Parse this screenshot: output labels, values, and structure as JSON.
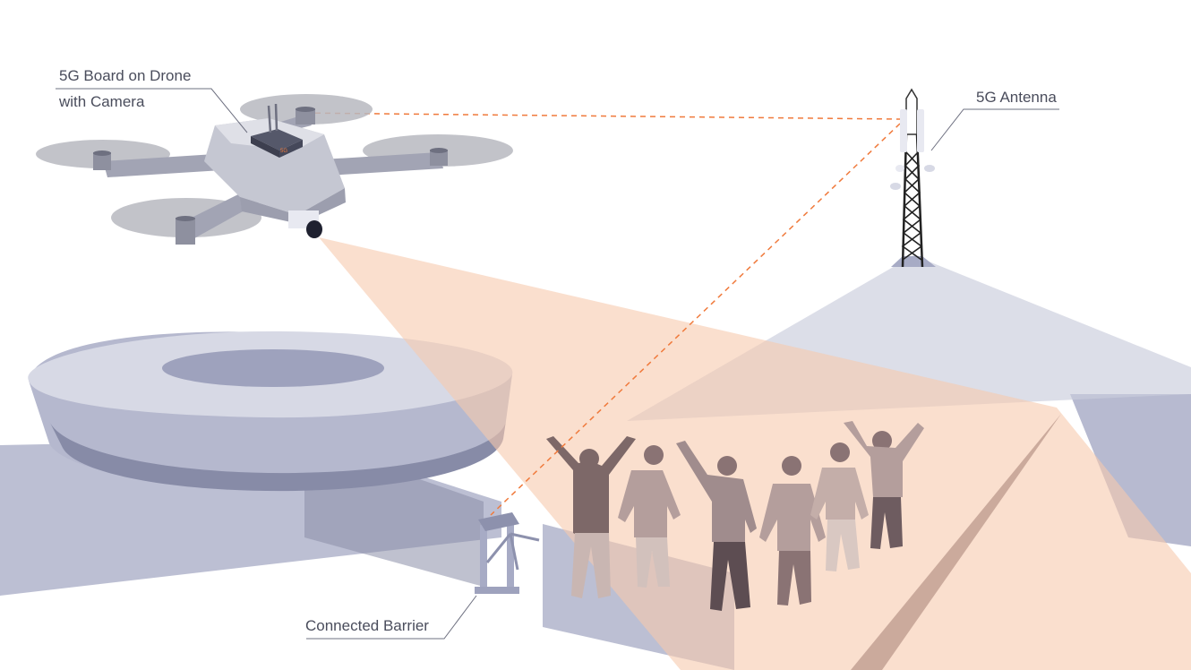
{
  "labels": {
    "drone": [
      "5G Board on Drone",
      "with Camera"
    ],
    "antenna": "5G Antenna",
    "barrier": "Connected Barrier"
  },
  "drone_badge": "5G",
  "colors": {
    "signal_link": "#f07a3c",
    "camera_cone": "#f7c9ad",
    "antenna_coverage": "#c9ccdc",
    "structure": "#a7abc5",
    "people": "#9c8686",
    "label_text": "#4a4d5c"
  }
}
